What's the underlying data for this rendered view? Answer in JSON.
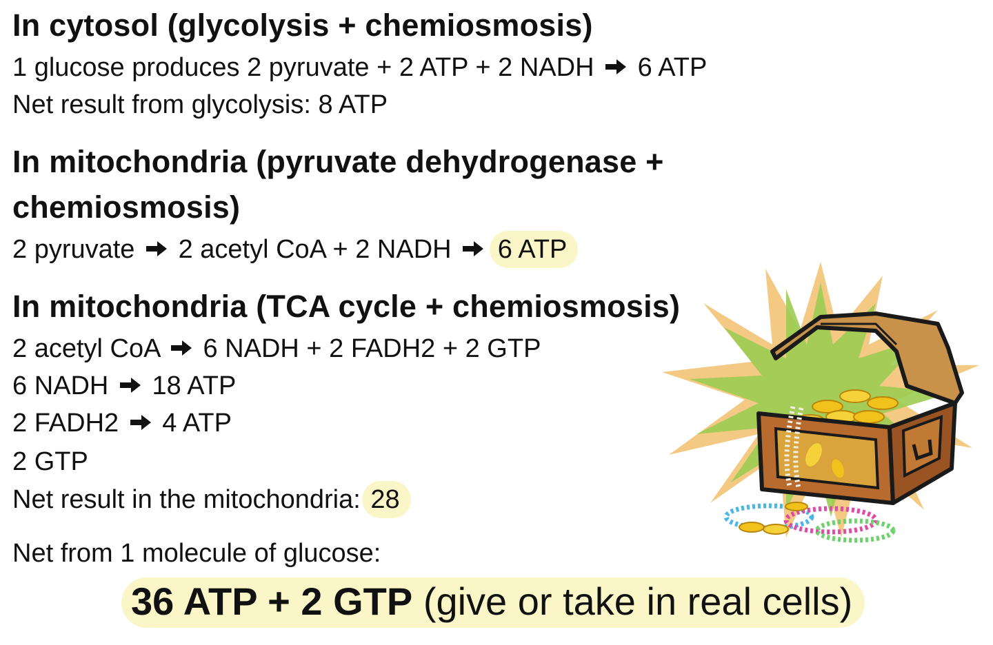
{
  "sections": {
    "cytosol": {
      "heading": "In cytosol (glycolysis + chemiosmosis)",
      "line1": {
        "a": "1 glucose produces 2 pyruvate + 2 ATP + 2 NADH",
        "b": "6 ATP"
      },
      "line2": "Net result from glycolysis: 8 ATP"
    },
    "pdh": {
      "heading_l1": "In mitochondria (pyruvate dehydrogenase +",
      "heading_l2": "chemiosmosis)",
      "line1": {
        "a": "2 pyruvate",
        "b": "2 acetyl CoA + 2 NADH",
        "c": "6 ATP"
      }
    },
    "tca": {
      "heading": "In mitochondria (TCA cycle + chemiosmosis)",
      "line1": {
        "a": "2 acetyl CoA",
        "b": "6 NADH + 2 FADH2 + 2 GTP"
      },
      "line2": {
        "a": "6 NADH",
        "b": "18 ATP"
      },
      "line3": {
        "a": "2 FADH2",
        "b": "4 ATP"
      },
      "line4": "2 GTP",
      "line5": {
        "a": "Net result in the mitochondria:",
        "b": "28"
      }
    }
  },
  "net": {
    "label": "Net from 1 molecule of glucose:",
    "bold": "36 ATP + 2 GTP",
    "rest": "(give or take in real cells)"
  },
  "colors": {
    "highlight": "#fbf6c8",
    "text": "#111111"
  },
  "icons": {
    "arrow": "arrow-right-icon",
    "chest": "treasure-chest-icon"
  }
}
